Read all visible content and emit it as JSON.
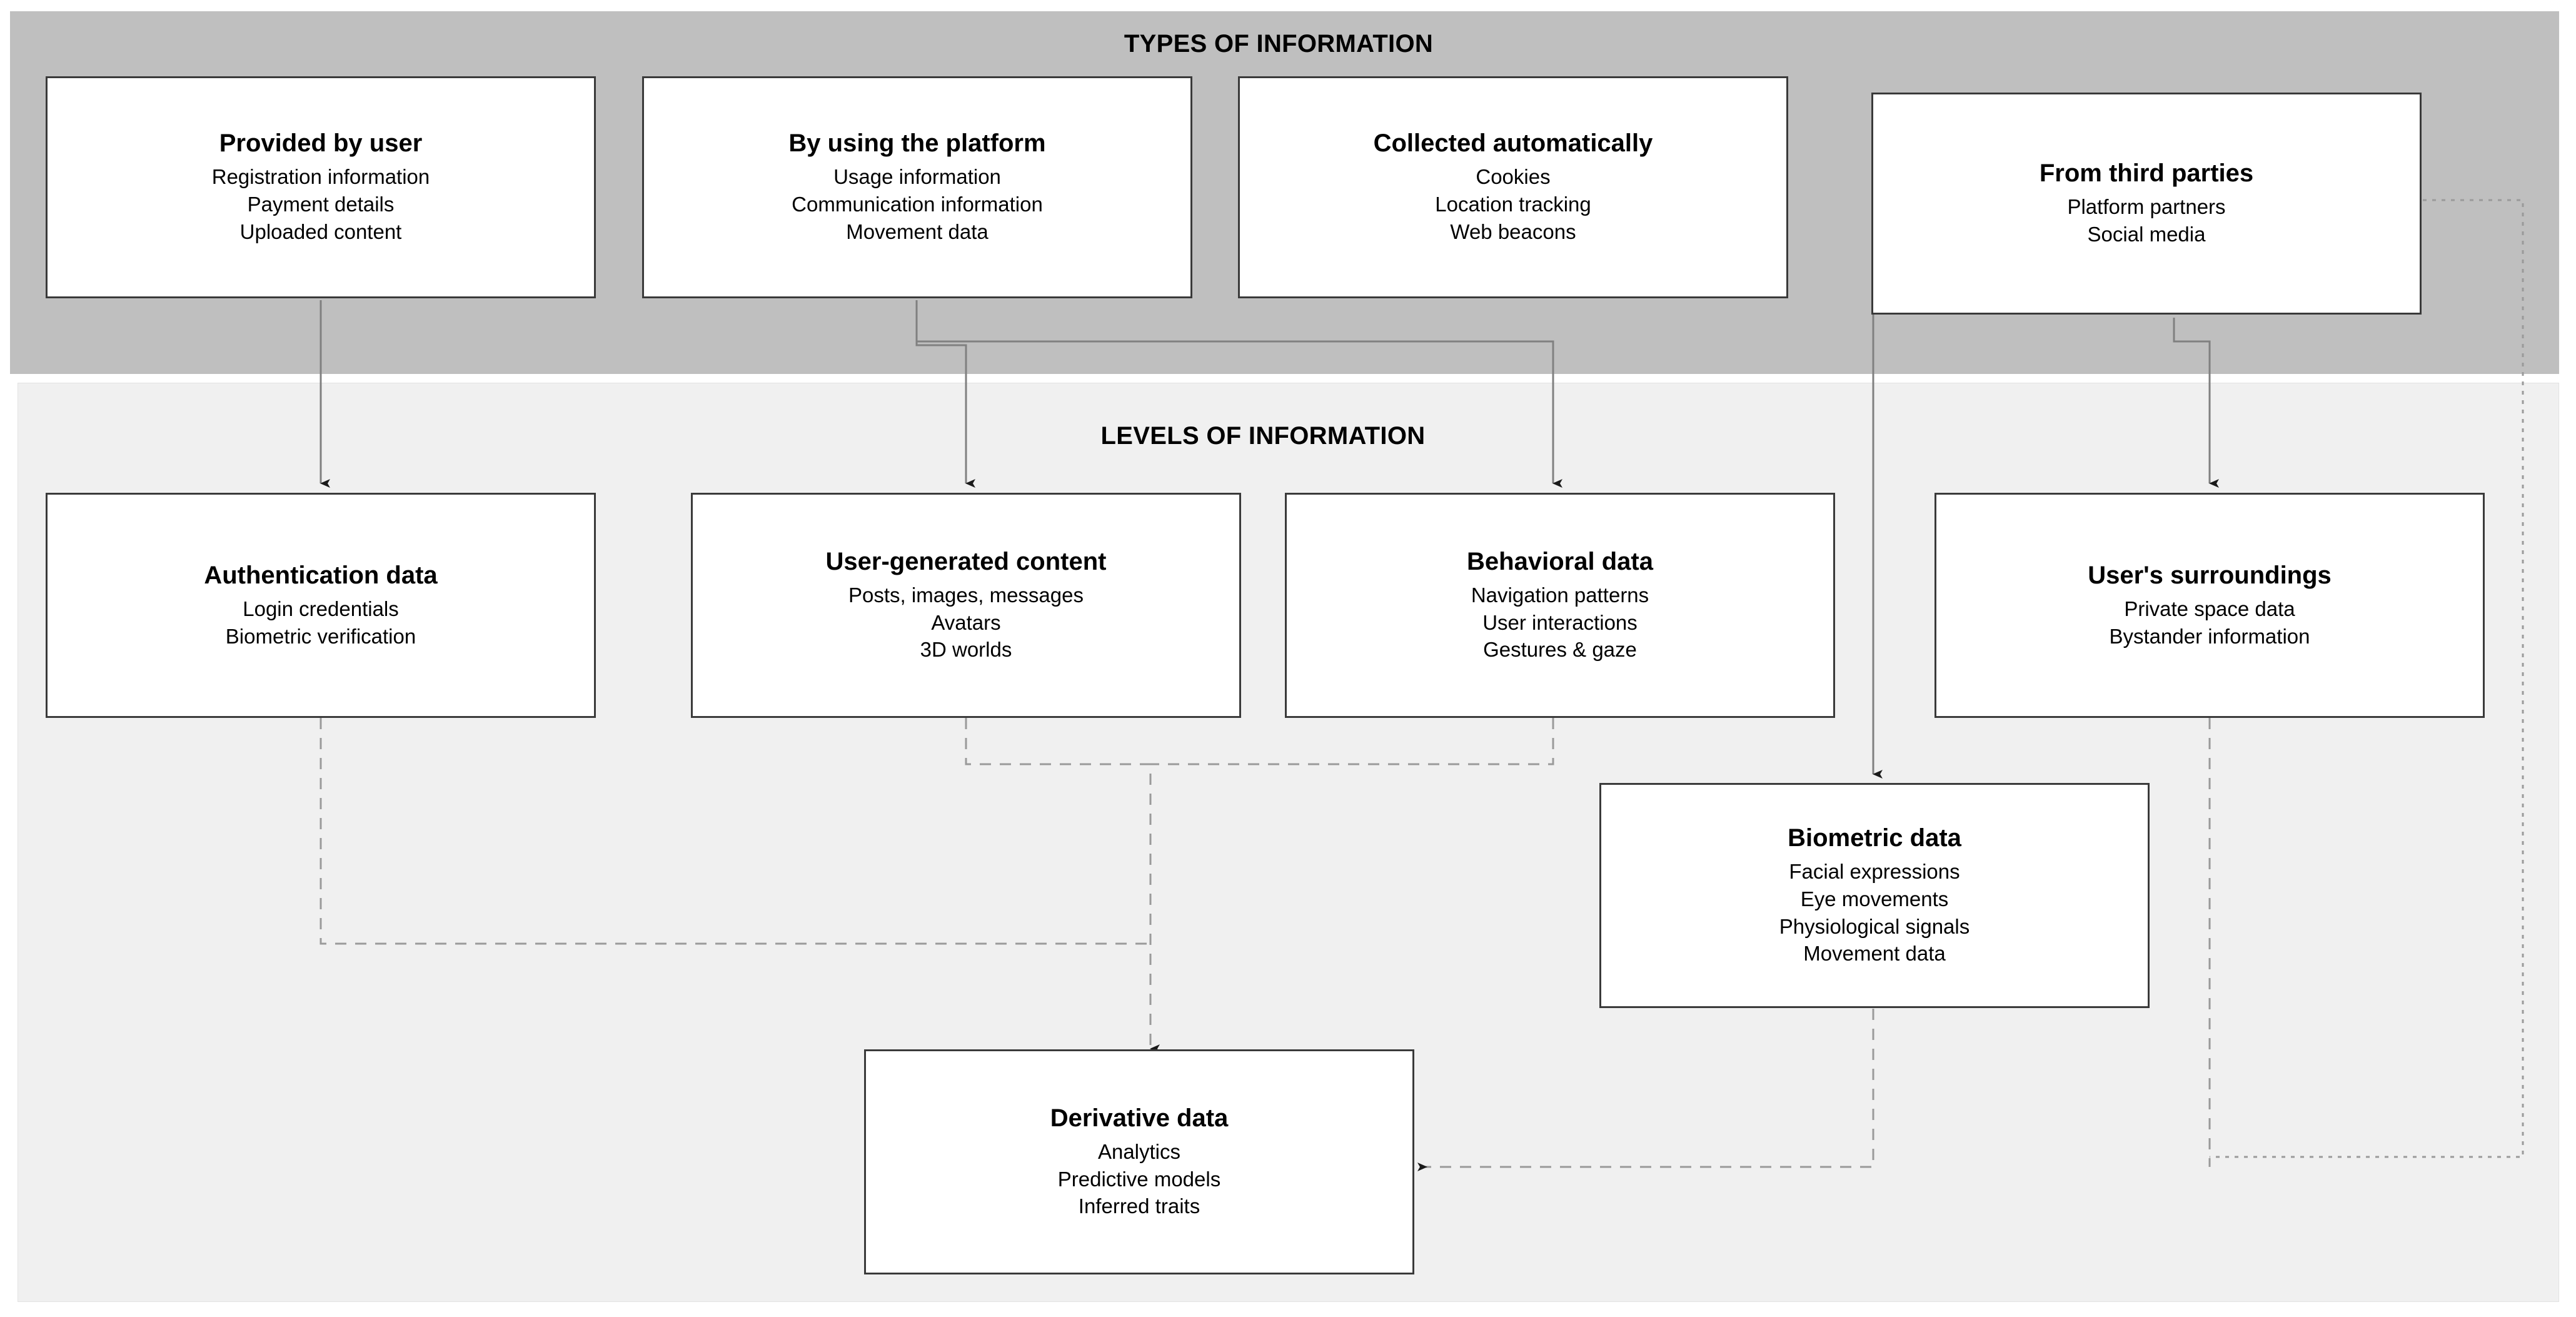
{
  "sections": {
    "types": {
      "title": "TYPES OF INFORMATION",
      "background": "#bfbfbf",
      "nodes": [
        {
          "id": "provided-by-user",
          "title": "Provided by user",
          "lines": [
            "Registration information",
            "Payment details",
            "Uploaded content"
          ]
        },
        {
          "id": "by-using-the-platform",
          "title": "By using the platform",
          "lines": [
            "Usage information",
            "Communication information",
            "Movement data"
          ]
        },
        {
          "id": "collected-automatically",
          "title": "Collected automatically",
          "lines": [
            "Cookies",
            "Location tracking",
            "Web beacons"
          ]
        },
        {
          "id": "from-third-parties",
          "title": "From third parties",
          "lines": [
            "Platform partners",
            "Social media"
          ]
        }
      ]
    },
    "levels": {
      "title": "LEVELS OF INFORMATION",
      "background": "#f0f0f0",
      "nodes": [
        {
          "id": "authentication-data",
          "title": "Authentication data",
          "lines": [
            "Login credentials",
            "Biometric verification"
          ]
        },
        {
          "id": "user-generated-content",
          "title": "User-generated content",
          "lines": [
            "Posts, images, messages",
            "Avatars",
            "3D worlds"
          ]
        },
        {
          "id": "behavioral-data",
          "title": "Behavioral data",
          "lines": [
            "Navigation patterns",
            "User interactions",
            "Gestures & gaze"
          ]
        },
        {
          "id": "users-surroundings",
          "title": "User's surroundings",
          "lines": [
            "Private space data",
            "Bystander information"
          ]
        },
        {
          "id": "biometric-data",
          "title": "Biometric data",
          "lines": [
            "Facial expressions",
            "Eye movements",
            "Physiological signals",
            "Movement data"
          ]
        },
        {
          "id": "derivative-data",
          "title": "Derivative data",
          "lines": [
            "Analytics",
            "Predictive models",
            "Inferred traits"
          ]
        }
      ]
    }
  },
  "colors": {
    "types_band": "#bfbfbf",
    "levels_band": "#f0f0f0",
    "node_border": "#3a3a3a",
    "node_fill": "#ffffff",
    "solid_connector": "#808080",
    "dashed_connector": "#9a9a9a",
    "text": "#000000"
  },
  "connectors": [
    {
      "id": "provided-by-user-to-authentication-data",
      "style": "solid",
      "arrow": true
    },
    {
      "id": "by-using-the-platform-to-user-generated-content",
      "style": "solid",
      "arrow": true
    },
    {
      "id": "by-using-the-platform-to-behavioral-data",
      "style": "solid",
      "arrow": true
    },
    {
      "id": "collected-automatically-to-biometric-data",
      "style": "solid",
      "arrow": true
    },
    {
      "id": "from-third-parties-to-users-surroundings",
      "style": "solid",
      "arrow": true
    },
    {
      "id": "authentication-data-to-derivative-data",
      "style": "dashed",
      "arrow": false
    },
    {
      "id": "user-generated-content-to-derivative-data",
      "style": "dashed",
      "arrow": true
    },
    {
      "id": "behavioral-data-to-derivative-data",
      "style": "dashed",
      "arrow": false
    },
    {
      "id": "users-surroundings-to-derivative-data",
      "style": "dashed",
      "arrow": false
    },
    {
      "id": "biometric-data-to-derivative-data",
      "style": "dashed",
      "arrow": false
    },
    {
      "id": "from-third-parties-to-derivative-data",
      "style": "dotted",
      "arrow": true
    }
  ]
}
